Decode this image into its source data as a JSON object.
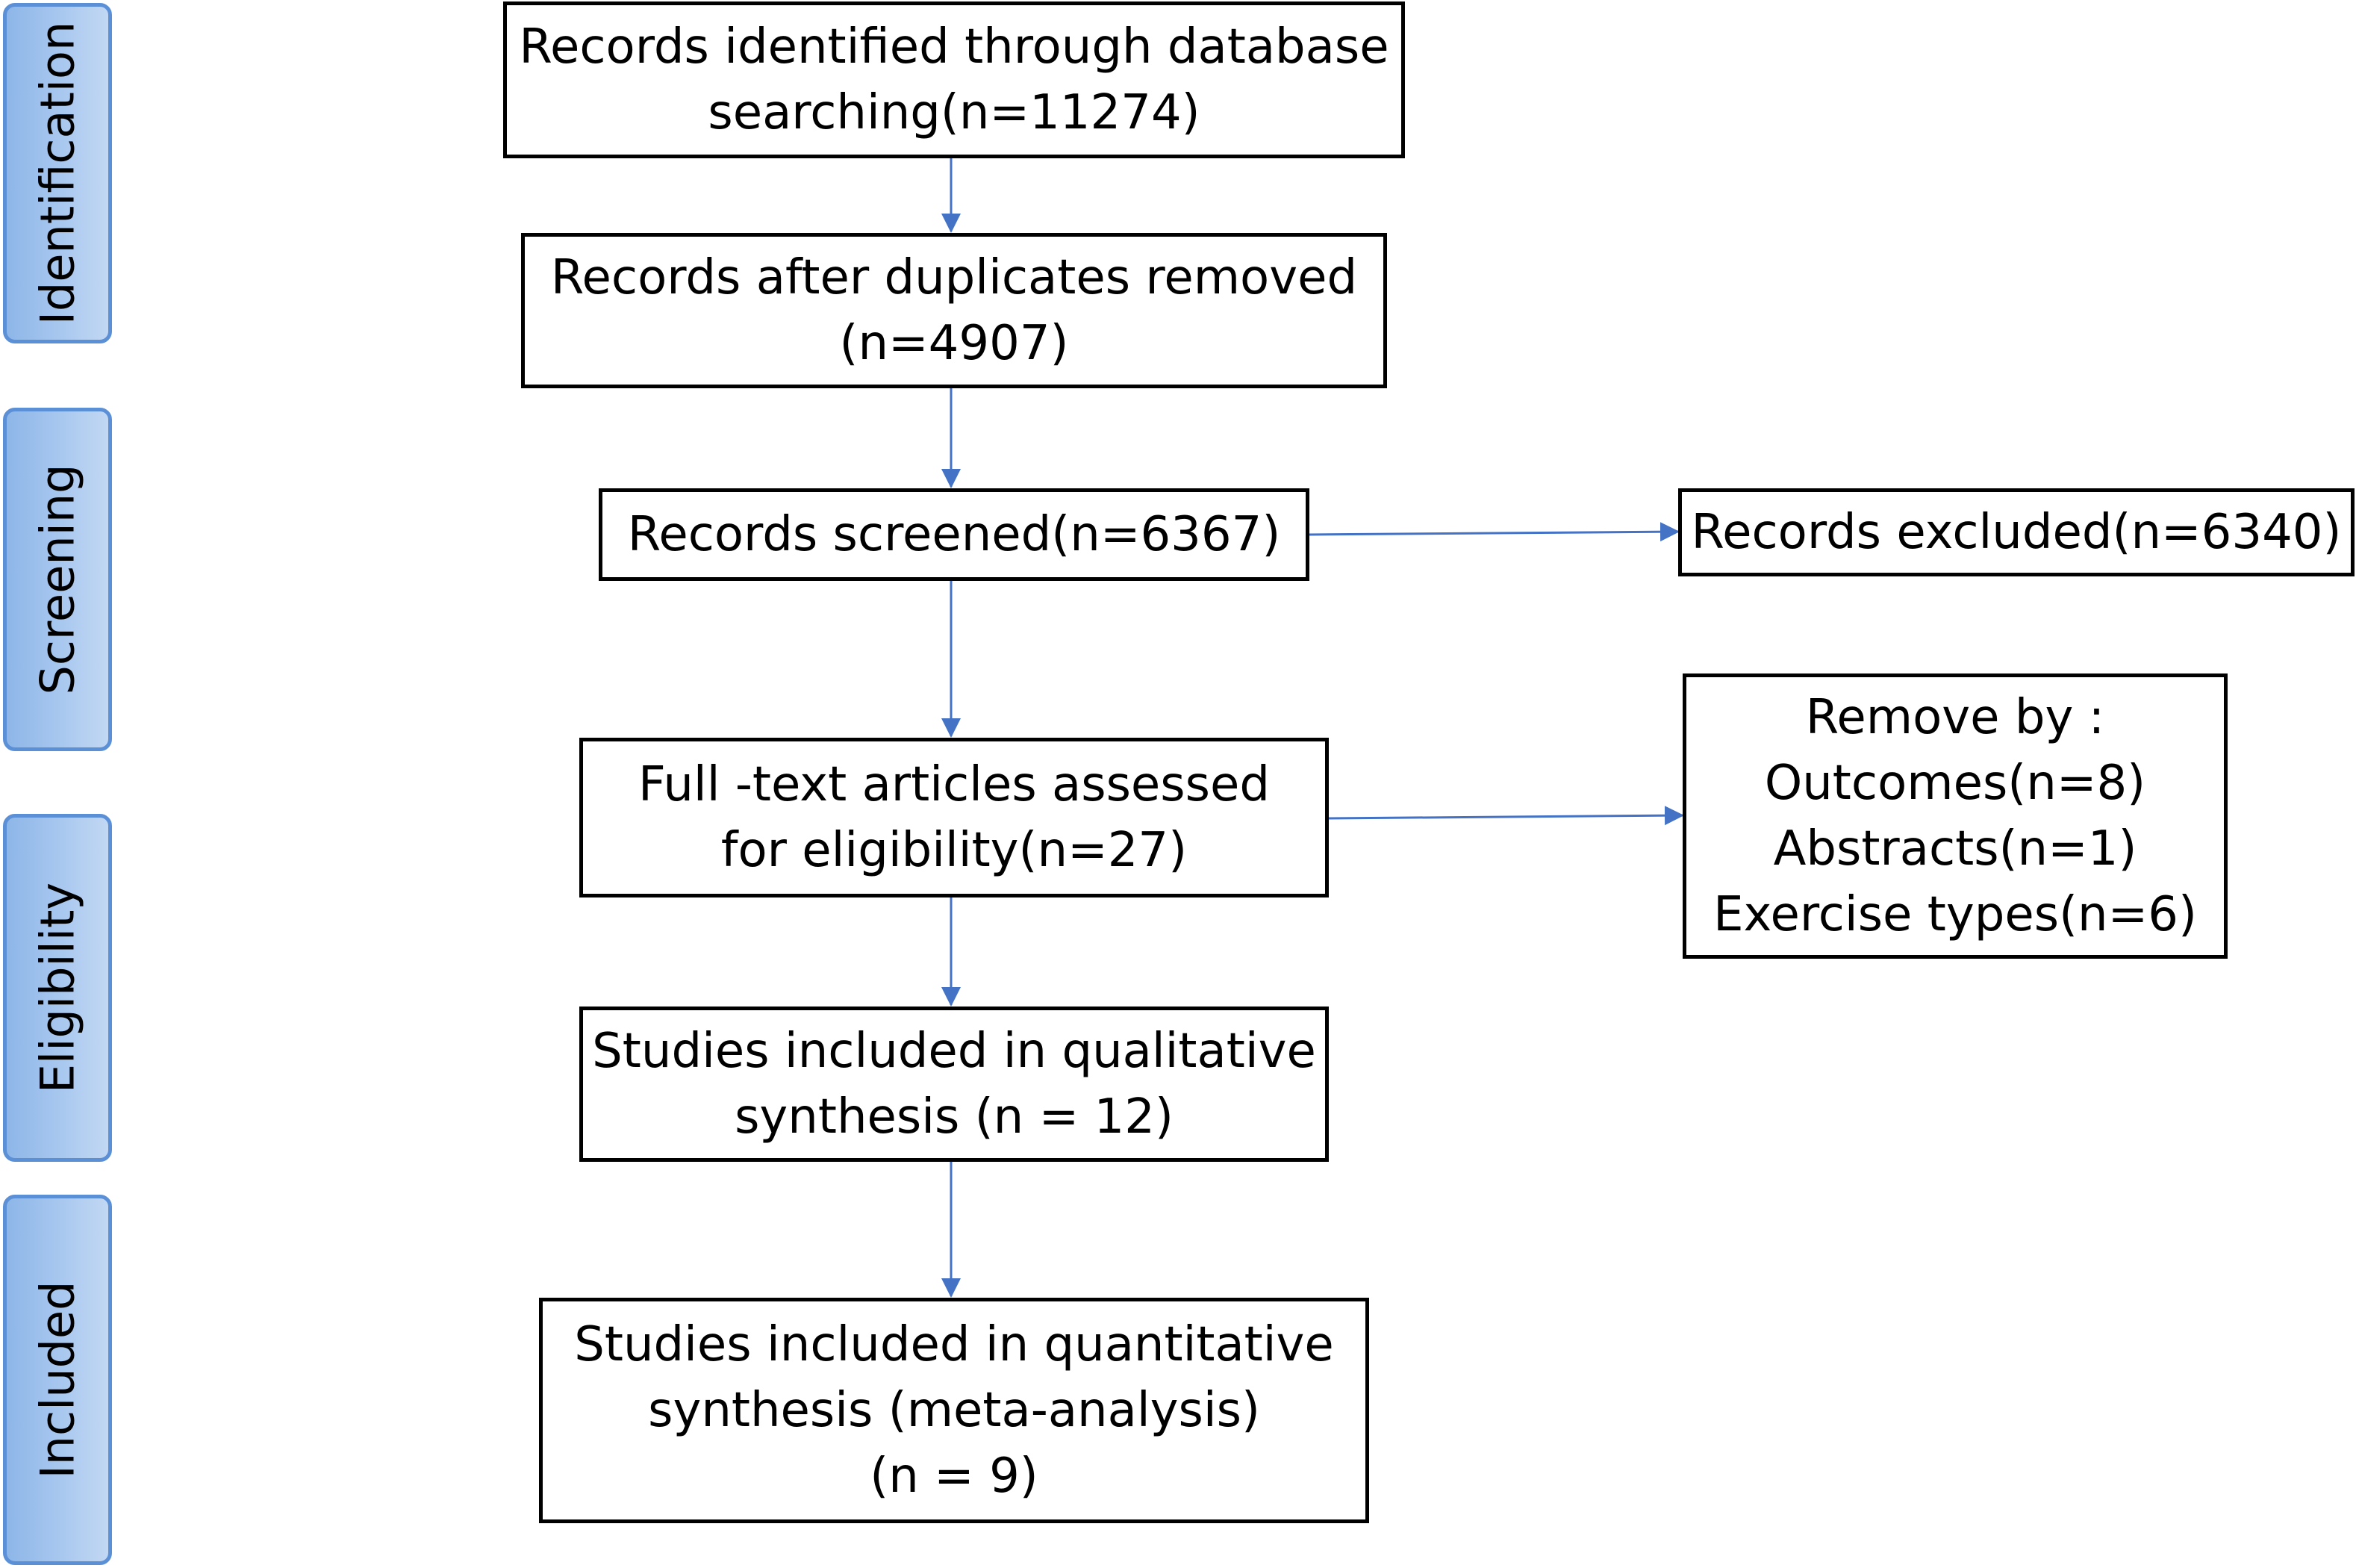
{
  "phases": {
    "identification": "Identification",
    "screening": "Screening",
    "eligibility": "Eligibility",
    "included": "Included"
  },
  "boxes": {
    "identified": "Records identified through database\nsearching(n=11274)",
    "after_duplicates": "Records after duplicates removed\n(n=4907)",
    "screened": "Records screened(n=6367)",
    "excluded": "Records excluded(n=6340)",
    "fulltext": "Full  -text articles assessed\nfor eligibility(n=27)",
    "removed": "Remove by :\nOutcomes(n=8)\nAbstracts(n=1)\nExercise types(n=6)",
    "qualitative": "Studies included in qualitative\nsynthesis  (n = 12)",
    "quantitative": "Studies included in quantitative\nsynthesis (meta-analysis)\n(n = 9)"
  },
  "colors": {
    "arrow": "#4472c4",
    "phase_border": "#5b8fd6",
    "phase_fill": "#a9c8ef"
  }
}
